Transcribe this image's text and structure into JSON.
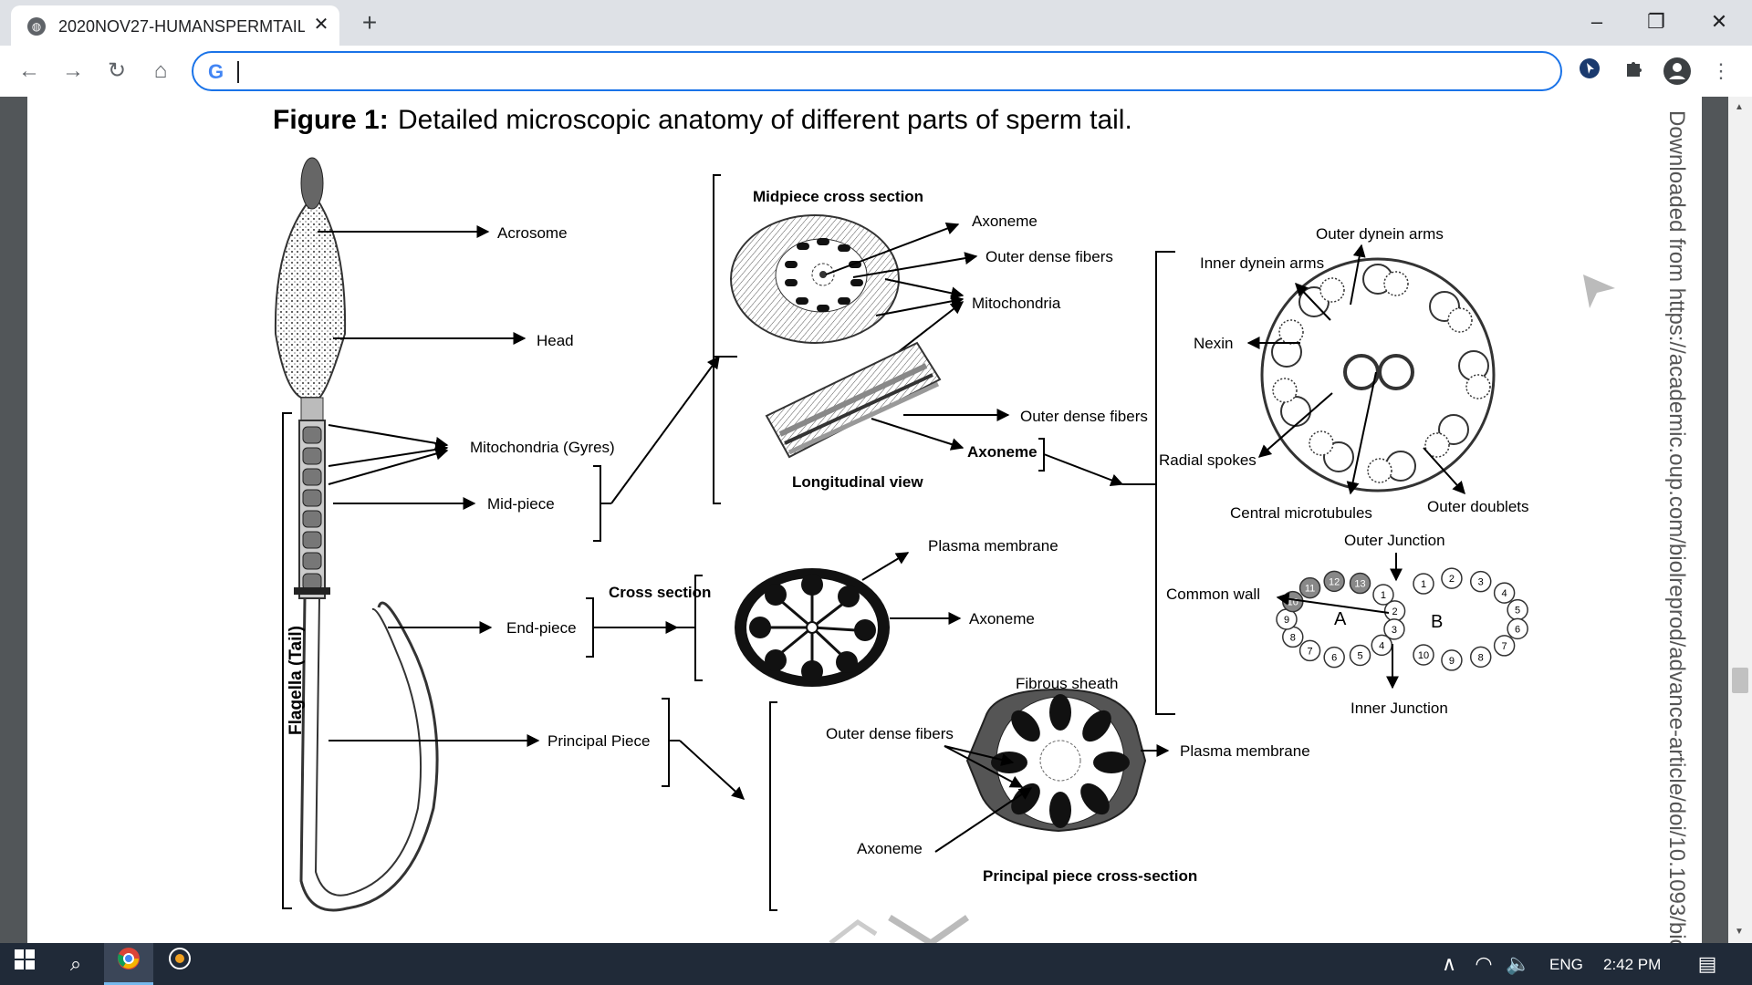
{
  "browser": {
    "tab_title": "2020NOV27-HUMANSPERMTAIL",
    "tab_close": "✕",
    "new_tab": "+",
    "omnibox_value": "",
    "google_letter": "G"
  },
  "figure": {
    "caption_bold": "Figure 1:",
    "caption_text": "Detailed microscopic anatomy of different parts of sperm tail.",
    "sidebar_text": "Downloaded from https://academic.oup.com/biolreprod/advance-article/doi/10.1093/bio",
    "sperm_labels": {
      "acrosome": "Acrosome",
      "head": "Head",
      "mitochondria_gyres": "Mitochondria (Gyres)",
      "mid_piece": "Mid-piece",
      "end_piece": "End-piece",
      "principal_piece": "Principal Piece",
      "flagella_tail": "Flagella (Tail)"
    },
    "midpiece": {
      "title": "Midpiece cross section",
      "axoneme": "Axoneme",
      "outer_dense_fibers": "Outer dense fibers",
      "mitochondria": "Mitochondria",
      "outer_dense_fibers_long": "Outer dense fibers",
      "axoneme_long": "Axoneme",
      "longitudinal_view": "Longitudinal view"
    },
    "axoneme_detail": {
      "outer_dynein_arms": "Outer dynein arms",
      "inner_dynein_arms": "Inner dynein arms",
      "nexin": "Nexin",
      "radial_spokes": "Radial spokes",
      "central_microtubules": "Central microtubules",
      "outer_doublets": "Outer doublets"
    },
    "endpiece": {
      "cross_section": "Cross section",
      "plasma_membrane": "Plasma membrane",
      "axoneme": "Axoneme"
    },
    "doublet": {
      "outer_junction": "Outer Junction",
      "common_wall": "Common wall",
      "inner_junction": "Inner Junction",
      "tubule_a": "A",
      "tubule_b": "B",
      "a_numbers": [
        "1",
        "2",
        "3",
        "4",
        "5",
        "6",
        "7",
        "8",
        "9",
        "10",
        "11",
        "12",
        "13"
      ],
      "b_numbers": [
        "1",
        "2",
        "3",
        "4",
        "5",
        "6",
        "7",
        "8",
        "9",
        "10"
      ]
    },
    "principal": {
      "fibrous_sheath": "Fibrous sheath",
      "outer_dense_fibers": "Outer dense fibers",
      "plasma_membrane": "Plasma membrane",
      "axoneme": "Axoneme",
      "title": "Principal piece cross-section"
    }
  },
  "taskbar": {
    "language": "ENG",
    "time": "2:42 PM"
  }
}
